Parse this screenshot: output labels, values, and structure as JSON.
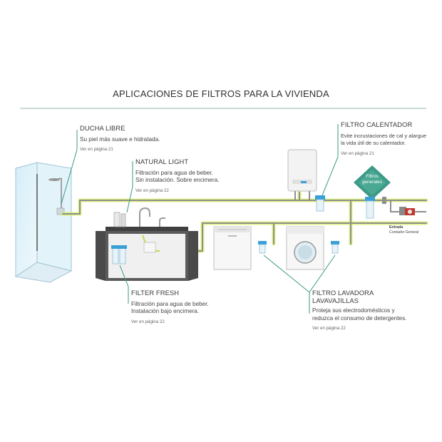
{
  "title": "APLICACIONES DE FILTROS PARA LA VIVIENDA",
  "sections": {
    "ducha": {
      "heading": "DUCHA LIBRE",
      "desc": "Su piel más suave e hidratada.",
      "ref": "Ver en página 21"
    },
    "natural": {
      "heading": "NATURAL LIGHT",
      "desc1": "Filtración para agua de beber.",
      "desc2": "Sin instalación. Sobre encimera.",
      "ref": "Ver en página 22"
    },
    "calentador": {
      "heading": "FILTRO CALENTADOR",
      "desc1": "Evite incrustaciones de cal y alargue",
      "desc2": "la vida útil de su calentador.",
      "ref": "Ver en página 21"
    },
    "fresh": {
      "heading": "FILTER FRESH",
      "desc1": "Filtración para agua de beber.",
      "desc2": "Instalación bajo encimera.",
      "ref": "Ver en página 22"
    },
    "lavadora": {
      "heading1": "FILTRO LAVADORA",
      "heading2": "LAVAVAJILLAS",
      "desc1": "Proteja sus electrodomésticos y",
      "desc2": "reduzca el consumo de detergentes.",
      "ref": "Ver en página 22"
    }
  },
  "badge": {
    "line1": "Filtros",
    "line2": "generales"
  },
  "meter": {
    "label1": "Entrada",
    "label2": "Contador General"
  },
  "colors": {
    "pipe": "#9a9a9a",
    "pipe_glow": "#d8f06a",
    "filter_blue": "#3aa0d8",
    "badge_teal": "#3c9a86",
    "cabinet": "#5b5b5b",
    "rule": "#c9dbd6"
  }
}
